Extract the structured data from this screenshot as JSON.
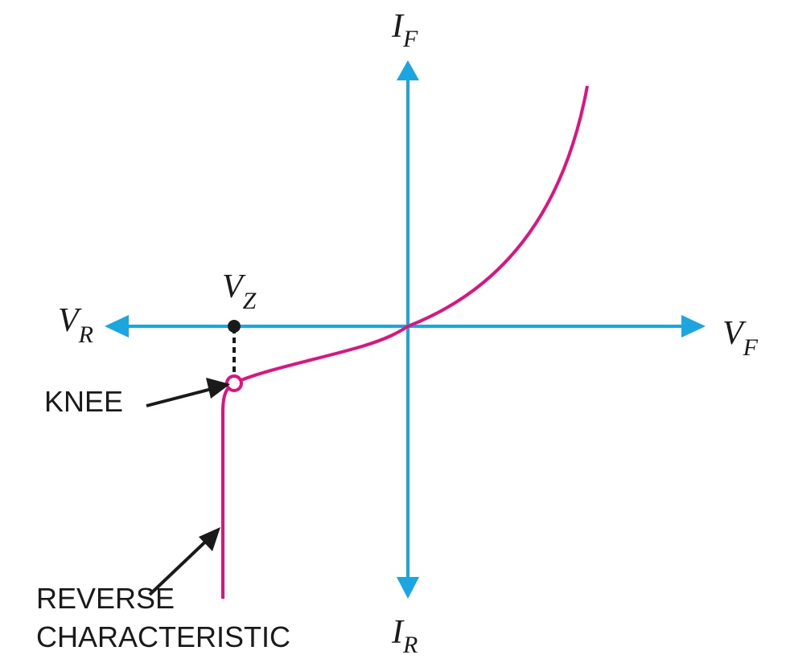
{
  "colors": {
    "axis": "#1aa6e0",
    "curve": "#e0127f",
    "annotation": "#1a1a1a"
  },
  "axes": {
    "vertical_top": {
      "main": "I",
      "sub": "F"
    },
    "vertical_bottom": {
      "main": "I",
      "sub": "R"
    },
    "horizontal_left": {
      "main": "V",
      "sub": "R"
    },
    "horizontal_right": {
      "main": "V",
      "sub": "F"
    }
  },
  "zener_point": {
    "main": "V",
    "sub": "Z"
  },
  "labels": {
    "knee": "KNEE",
    "reverse_line1": "REVERSE",
    "reverse_line2": "CHARACTERISTIC"
  }
}
